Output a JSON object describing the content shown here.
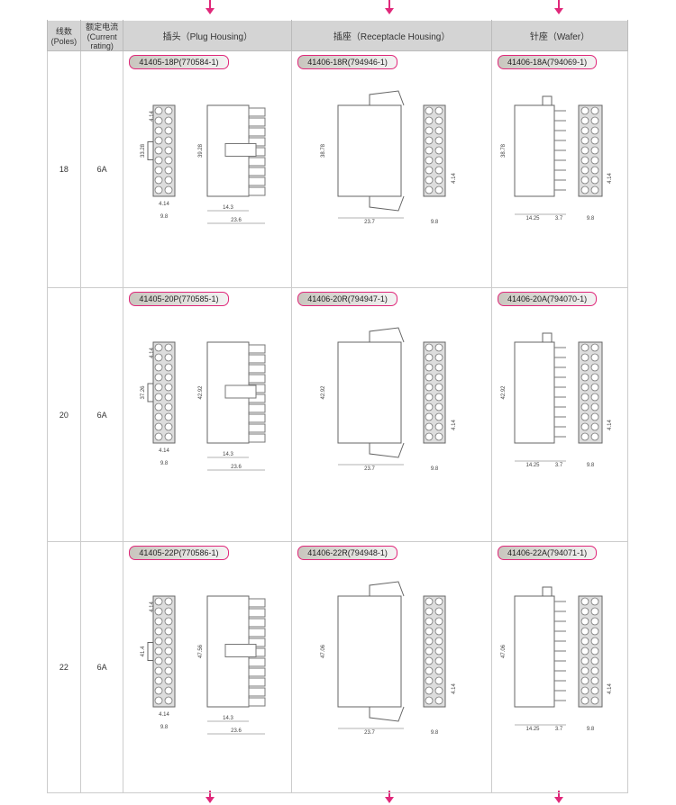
{
  "header": {
    "poles": "线数(Poles)",
    "current": "额定电流(Current rating)",
    "plug": "插头（Plug Housing）",
    "receptacle": "插座（Receptacle Housing）",
    "wafer": "针座（Wafer）"
  },
  "accent": "#e0287a",
  "rows": [
    {
      "poles": "18",
      "current": "6A",
      "plug": {
        "part": "41405-18P(770584-1)",
        "dims": [
          "4.14",
          "33.28",
          "39.28",
          "4.14",
          "9.8",
          "14.3",
          "23.6"
        ]
      },
      "receptacle": {
        "part": "41406-18R(794946-1)",
        "dims": [
          "38.78",
          "23.7",
          "4.14",
          "9.8"
        ]
      },
      "wafer": {
        "part": "41406-18A(794069-1)",
        "dims": [
          "38.78",
          "14.25",
          "3.7",
          "4.14",
          "9.8"
        ]
      },
      "pairs": 9
    },
    {
      "poles": "20",
      "current": "6A",
      "plug": {
        "part": "41405-20P(770585-1)",
        "dims": [
          "4.14",
          "37.26",
          "42.92",
          "4.14",
          "9.8",
          "14.3",
          "23.6"
        ]
      },
      "receptacle": {
        "part": "41406-20R(794947-1)",
        "dims": [
          "42.92",
          "23.7",
          "4.14",
          "9.8"
        ]
      },
      "wafer": {
        "part": "41406-20A(794070-1)",
        "dims": [
          "42.92",
          "14.25",
          "3.7",
          "4.14",
          "9.8"
        ]
      },
      "pairs": 10
    },
    {
      "poles": "22",
      "current": "6A",
      "plug": {
        "part": "41405-22P(770586-1)",
        "dims": [
          "4.14",
          "41.4",
          "47.56",
          "4.14",
          "9.8",
          "14.3",
          "23.6"
        ]
      },
      "receptacle": {
        "part": "41406-22R(794948-1)",
        "dims": [
          "47.06",
          "23.7",
          "4.14",
          "9.8"
        ]
      },
      "wafer": {
        "part": "41406-22A(794071-1)",
        "dims": [
          "47.06",
          "14.25",
          "3.7",
          "4.14",
          "9.8"
        ]
      },
      "pairs": 11
    }
  ]
}
